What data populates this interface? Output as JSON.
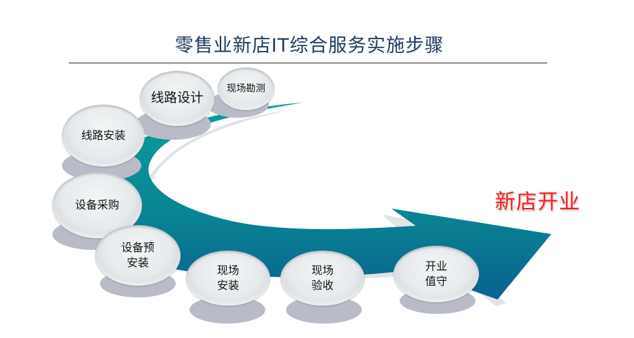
{
  "title": "零售业新店IT综合服务实施步骤",
  "goal_label": "新店开业",
  "colors": {
    "title": "#1f3a5f",
    "goal": "#ff1a1a",
    "arrow_top": "#0a9a9a",
    "arrow_bottom": "#0a6690",
    "arrow_shadow": "#dfe4e6",
    "bubble_shadow": "#b9bcc8"
  },
  "steps": [
    {
      "order": 1,
      "label": "现场勘测"
    },
    {
      "order": 2,
      "label": "线路设计"
    },
    {
      "order": 3,
      "label": "线路安装"
    },
    {
      "order": 4,
      "label": "设备采购"
    },
    {
      "order": 5,
      "label": "设备预\n安装"
    },
    {
      "order": 6,
      "label": "现场\n安装"
    },
    {
      "order": 7,
      "label": "现场\n验收"
    },
    {
      "order": 8,
      "label": "开业\n值守"
    }
  ]
}
